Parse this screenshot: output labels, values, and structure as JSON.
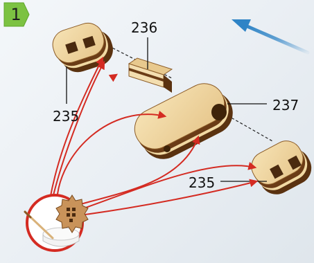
{
  "step": {
    "number": "1"
  },
  "callouts": {
    "c236": "236",
    "c237": "237",
    "c235_left": "235",
    "c235_right": "235"
  },
  "icons": {
    "step_badge": "step-badge-icon",
    "direction_arrow": "direction-arrow-icon",
    "glue_tool": "glue-application-icon"
  },
  "colors": {
    "badge": "#7cc242",
    "arrow_blue": "#2f84c6",
    "guide_red": "#d42b22",
    "wood_dark": "#5a3210",
    "wood_light": "#f1d9a3"
  }
}
